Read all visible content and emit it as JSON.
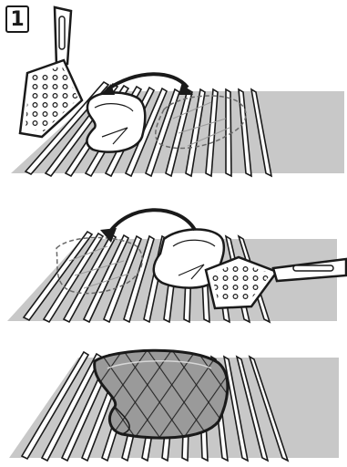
{
  "step": {
    "number": "1"
  },
  "panels": [
    {
      "id": "panel-1",
      "description_icon": "spatula-flip-right"
    },
    {
      "id": "panel-2",
      "description_icon": "spatula-flip-left"
    },
    {
      "id": "panel-3",
      "description_icon": "grill-marks-result"
    }
  ],
  "colors": {
    "ink": "#1a1a1a",
    "grate_shadow": "#8c8c8c",
    "meat": "#9a9a9a",
    "meat_light": "#e6e6e6",
    "paper": "#ffffff"
  }
}
